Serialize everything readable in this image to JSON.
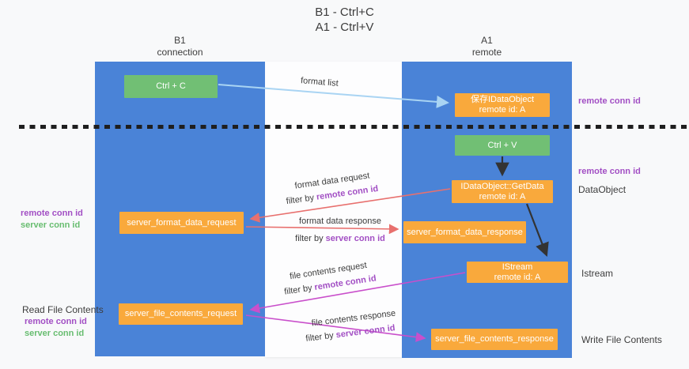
{
  "title": {
    "line1": "B1 - Ctrl+C",
    "line2": "A1 - Ctrl+V"
  },
  "columns": {
    "left": {
      "name": "B1",
      "subtitle": "connection"
    },
    "right": {
      "name": "A1",
      "subtitle": "remote"
    }
  },
  "nodes": {
    "ctrl_c": "Ctrl + C",
    "ctrl_v": "Ctrl + V",
    "save_dataobject": {
      "line1": "保存IDataObject",
      "line2": "remote id: A"
    },
    "getdata": {
      "line1": "IDataObject::GetData",
      "line2": "remote id: A"
    },
    "istream": {
      "line1": "IStream",
      "line2": "remote id: A"
    },
    "format_request": "server_format_data_request",
    "format_response": "server_format_data_response",
    "file_request": "server_file_contents_request",
    "file_response": "server_file_contents_response"
  },
  "arrow_labels": {
    "format_list": "format list",
    "format_data_request": "format data request",
    "format_data_response": "format data response",
    "file_contents_request": "file contents request",
    "file_contents_response": "file contents response",
    "filter_by": "filter by ",
    "remote_conn_id": "remote conn id",
    "server_conn_id": "server conn id"
  },
  "side_labels": {
    "remote_conn_id_top_right": "remote conn id",
    "remote_conn_id_mid_right": "remote conn id",
    "dataobject": "DataObject",
    "istream": "Istream",
    "write_file_contents": "Write File Contents",
    "read_file_contents": "Read File Contents",
    "remote_conn_id_left1": "remote conn id",
    "server_conn_id_left1": "server conn id",
    "remote_conn_id_left2": "remote conn id",
    "server_conn_id_left2": "server conn id"
  },
  "colors": {
    "lifeline_blue": "#4a83d7",
    "node_green": "#71bf74",
    "node_orange": "#f9a93c",
    "arrow_light_blue": "#a9d4f3",
    "arrow_salmon": "#e8706e",
    "arrow_magenta": "#c94fcb",
    "arrow_black": "#333333",
    "text_purple": "#a24fc4",
    "text_green": "#68bd70",
    "background": "#f8f9fa"
  }
}
